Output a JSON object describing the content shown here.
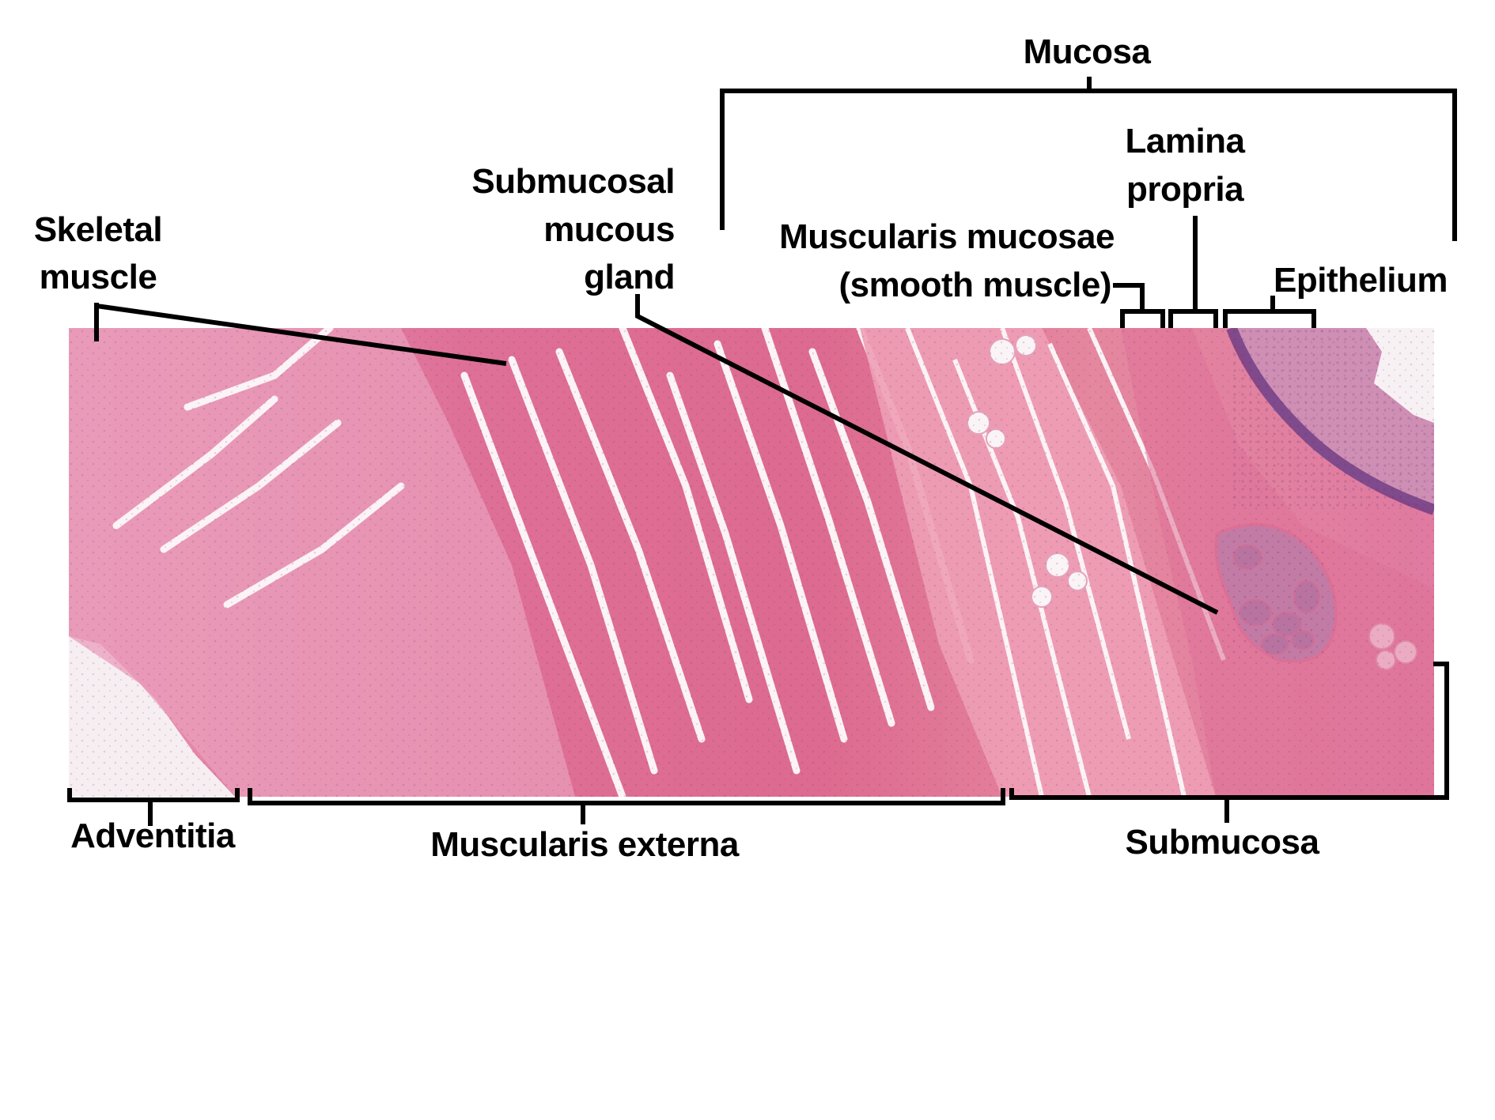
{
  "figure": {
    "title": "Esophagus wall layers (H&E stained micrograph)",
    "colors": {
      "background": "#ffffff",
      "line": "#000000",
      "eosin_pink": "#e0668f",
      "eosin_light": "#f0a8c0",
      "hematoxylin_purple": "#8a5a9c",
      "gland_blue": "#8c7fb0",
      "lumen_white": "#f8f1f4"
    }
  },
  "labels": {
    "mucosa": "Mucosa",
    "lamina_propria": [
      "Lamina",
      "propria"
    ],
    "muscularis_mucosae": [
      "Muscularis mucosae",
      "(smooth muscle)"
    ],
    "epithelium": "Epithelium",
    "skeletal_muscle": [
      "Skeletal",
      "muscle"
    ],
    "submucosal_gland": [
      "Submucosal",
      "mucous",
      "gland"
    ],
    "adventitia": "Adventitia",
    "muscularis_externa": "Muscularis externa",
    "submucosa": "Submucosa"
  },
  "image": {
    "description": "Histology micrograph of esophageal wall, left to right: adventitia, skeletal muscle (muscularis externa), submucosa with mucous gland and adipose, mucosa with stratified squamous epithelium"
  }
}
